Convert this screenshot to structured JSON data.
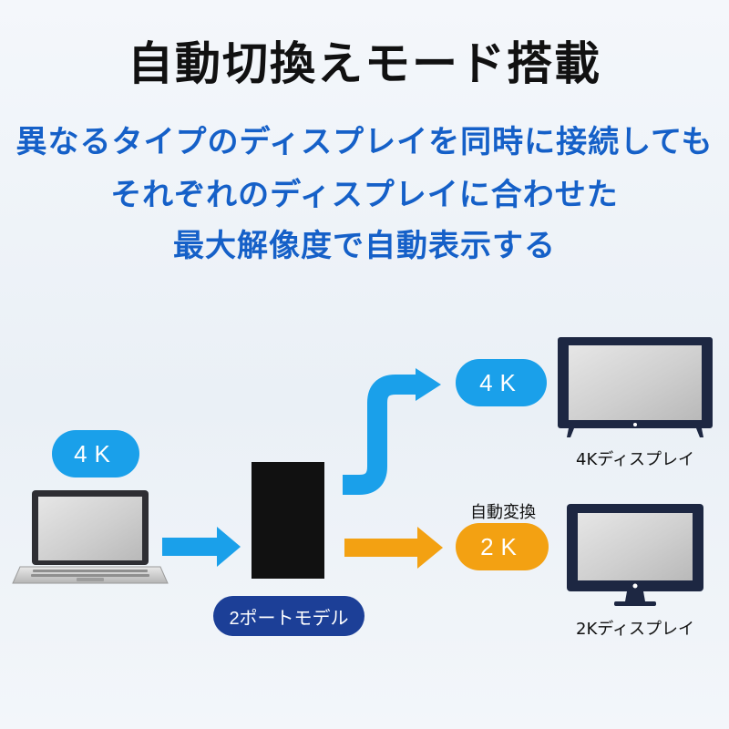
{
  "title": "自動切換えモード搭載",
  "subtitle_lines": [
    "異なるタイプのディスプレイを同時に接続しても",
    "それぞれのディスプレイに合わせた",
    "最大解像度で自動表示する"
  ],
  "laptop": {
    "resolution": "4K"
  },
  "device": {
    "label": "2ポートモデル"
  },
  "display_4k": {
    "resolution": "4K",
    "caption": "4Kディスプレイ"
  },
  "display_2k": {
    "resolution": "2K",
    "caption": "2Kディスプレイ",
    "conversion_label": "自動変換"
  },
  "colors": {
    "title": "#111111",
    "subtitle": "#1560c8",
    "blue_arrow": "#1aa0ea",
    "orange_arrow": "#f3a112",
    "device_label": "#1c3f97",
    "device": "#111111",
    "monitor_frame": "#1d2742"
  }
}
